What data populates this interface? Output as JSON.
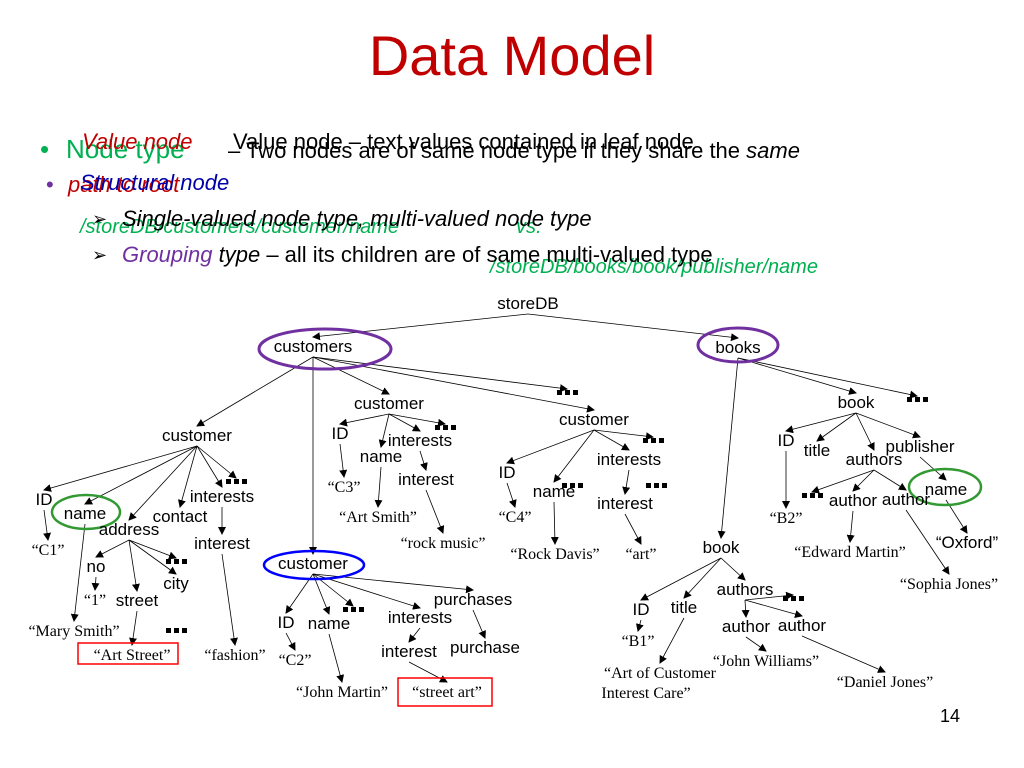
{
  "title": "Data Model",
  "bullets": {
    "b1_bullet": "•",
    "b1_label": "Node type",
    "b1_text": " – Two nodes are of same node type if they share the ",
    "b1_same": "same",
    "b1_path_label": "path to root",
    "b1_overlay": "Value node – text values contained in leaf node",
    "path_customers": "/storeDB/customers/customer/name",
    "vs": "vs.",
    "path_books": "/storeDB/books/book/publisher/name",
    "b2_bullet": "•",
    "b2_text": "Structural node",
    "s1_arrow": "➢",
    "s1_text": "Single-valued node type, multi-valued node type",
    "s2_arrow": "➢",
    "s2_grouping": "Grouping",
    "s2_type": " type",
    "s2_rest": " – all its children are of same multi-valued type"
  },
  "colors": {
    "title": "#c00000",
    "green": "#00b050",
    "purple": "#7030a0",
    "red": "#c00000",
    "blue_oval": "#0000ff",
    "purple_oval": "#7030a0",
    "green_oval": "#339933"
  },
  "nodes": [
    {
      "id": "storeDB",
      "text": "storeDB"
    },
    {
      "id": "customers",
      "text": "customers"
    },
    {
      "id": "books",
      "text": "books"
    },
    {
      "id": "cust1",
      "text": "customer"
    },
    {
      "id": "c1_id",
      "text": "ID"
    },
    {
      "id": "c1_idv",
      "text": "“C1”"
    },
    {
      "id": "c1_name",
      "text": "name"
    },
    {
      "id": "c1_namev",
      "text": "“Mary Smith”"
    },
    {
      "id": "c1_address",
      "text": "address"
    },
    {
      "id": "c1_no",
      "text": "no"
    },
    {
      "id": "c1_nov",
      "text": "“1”"
    },
    {
      "id": "c1_street",
      "text": "street"
    },
    {
      "id": "c1_streetv",
      "text": "“Art Street”"
    },
    {
      "id": "c1_contact",
      "text": "contact"
    },
    {
      "id": "c1_city",
      "text": "city"
    },
    {
      "id": "c1_interests",
      "text": "interests"
    },
    {
      "id": "c1_interest",
      "text": "interest"
    },
    {
      "id": "c1_interestv",
      "text": "“fashion”"
    },
    {
      "id": "cust2",
      "text": "customer"
    },
    {
      "id": "c2_id",
      "text": "ID"
    },
    {
      "id": "c2_idv",
      "text": "“C3”"
    },
    {
      "id": "c2_name",
      "text": "name"
    },
    {
      "id": "c2_namev",
      "text": "“Art Smith”"
    },
    {
      "id": "c2_interests",
      "text": "interests"
    },
    {
      "id": "c2_interest",
      "text": "interest"
    },
    {
      "id": "c2_interestv",
      "text": "“rock music”"
    },
    {
      "id": "cust3",
      "text": "customer"
    },
    {
      "id": "c3_id",
      "text": "ID"
    },
    {
      "id": "c3_idv",
      "text": "“C4”"
    },
    {
      "id": "c3_name",
      "text": "name"
    },
    {
      "id": "c3_namev",
      "text": "“Rock Davis”"
    },
    {
      "id": "c3_interests",
      "text": "interests"
    },
    {
      "id": "c3_interest",
      "text": "interest"
    },
    {
      "id": "c3_interestv",
      "text": "“art”"
    },
    {
      "id": "cust4",
      "text": "customer"
    },
    {
      "id": "c4_id",
      "text": "ID"
    },
    {
      "id": "c4_idv",
      "text": "“C2”"
    },
    {
      "id": "c4_name",
      "text": "name"
    },
    {
      "id": "c4_namev",
      "text": "“John Martin”"
    },
    {
      "id": "c4_interests",
      "text": "interests"
    },
    {
      "id": "c4_interest",
      "text": "interest"
    },
    {
      "id": "c4_interestv",
      "text": "“street art”"
    },
    {
      "id": "c4_purchases",
      "text": "purchases"
    },
    {
      "id": "c4_purchase",
      "text": "purchase"
    },
    {
      "id": "book1",
      "text": "book"
    },
    {
      "id": "b1_id",
      "text": "ID"
    },
    {
      "id": "b1_idv",
      "text": "“B2”"
    },
    {
      "id": "b1_title",
      "text": "title"
    },
    {
      "id": "b1_authors",
      "text": "authors"
    },
    {
      "id": "b1_author1",
      "text": "author"
    },
    {
      "id": "b1_author1v",
      "text": "“Edward Martin”"
    },
    {
      "id": "b1_author2",
      "text": "author"
    },
    {
      "id": "b1_author2v",
      "text": "“Sophia Jones”"
    },
    {
      "id": "b1_publisher",
      "text": "publisher"
    },
    {
      "id": "b1_pubname",
      "text": "name"
    },
    {
      "id": "b1_pubnamev",
      "text": "“Oxford”"
    },
    {
      "id": "book2",
      "text": "book"
    },
    {
      "id": "b2_id",
      "text": "ID"
    },
    {
      "id": "b2_idv",
      "text": "“B1”"
    },
    {
      "id": "b2_title",
      "text": "title"
    },
    {
      "id": "b2_titlev1",
      "text": "“Art of Customer"
    },
    {
      "id": "b2_titlev2",
      "text": "Interest Care”"
    },
    {
      "id": "b2_authors",
      "text": "authors"
    },
    {
      "id": "b2_author1",
      "text": "author"
    },
    {
      "id": "b2_author1v",
      "text": "“John Williams”"
    },
    {
      "id": "b2_author2",
      "text": "author"
    },
    {
      "id": "b2_author2v",
      "text": "“Daniel Jones”"
    }
  ],
  "edges": [
    [
      "storeDB",
      "customers"
    ],
    [
      "storeDB",
      "books"
    ],
    [
      "customers",
      "cust1"
    ],
    [
      "customers",
      "cust2"
    ],
    [
      "customers",
      "cust3"
    ],
    [
      "customers",
      "cust4"
    ],
    [
      "customers",
      "dots_c"
    ],
    [
      "books",
      "book1"
    ],
    [
      "books",
      "book2"
    ],
    [
      "books",
      "dots_b"
    ],
    [
      "cust1",
      "c1_id"
    ],
    [
      "cust1",
      "c1_name"
    ],
    [
      "cust1",
      "c1_address"
    ],
    [
      "cust1",
      "c1_contact"
    ],
    [
      "cust1",
      "c1_interests"
    ],
    [
      "cust1",
      "dots_c1"
    ],
    [
      "c1_id",
      "c1_idv"
    ],
    [
      "c1_name",
      "c1_namev"
    ],
    [
      "c1_address",
      "c1_no"
    ],
    [
      "c1_address",
      "c1_street"
    ],
    [
      "c1_address",
      "c1_city"
    ],
    [
      "c1_address",
      "dots_a1"
    ],
    [
      "c1_no",
      "c1_nov"
    ],
    [
      "c1_street",
      "c1_streetv"
    ],
    [
      "c1_interests",
      "c1_interest"
    ],
    [
      "c1_interest",
      "c1_interestv"
    ],
    [
      "cust2",
      "c2_id"
    ],
    [
      "cust2",
      "c2_name"
    ],
    [
      "cust2",
      "c2_interests"
    ],
    [
      "cust2",
      "dots_c2"
    ],
    [
      "c2_id",
      "c2_idv"
    ],
    [
      "c2_name",
      "c2_namev"
    ],
    [
      "c2_interests",
      "c2_interest"
    ],
    [
      "c2_interest",
      "c2_interestv"
    ],
    [
      "cust3",
      "c3_id"
    ],
    [
      "cust3",
      "c3_name"
    ],
    [
      "cust3",
      "c3_interests"
    ],
    [
      "cust3",
      "dots_c3"
    ],
    [
      "c3_id",
      "c3_idv"
    ],
    [
      "c3_name",
      "c3_namev"
    ],
    [
      "c3_interests",
      "c3_interest"
    ],
    [
      "c3_interest",
      "c3_interestv"
    ],
    [
      "cust4",
      "c4_id"
    ],
    [
      "cust4",
      "c4_name"
    ],
    [
      "cust4",
      "c4_interests"
    ],
    [
      "cust4",
      "c4_purchases"
    ],
    [
      "cust4",
      "dots_c4"
    ],
    [
      "c4_id",
      "c4_idv"
    ],
    [
      "c4_name",
      "c4_namev"
    ],
    [
      "c4_interests",
      "c4_interest"
    ],
    [
      "c4_interest",
      "c4_interestv"
    ],
    [
      "c4_purchases",
      "c4_purchase"
    ],
    [
      "book1",
      "b1_id"
    ],
    [
      "book1",
      "b1_title"
    ],
    [
      "book1",
      "b1_authors"
    ],
    [
      "book1",
      "b1_publisher"
    ],
    [
      "b1_id",
      "b1_idv"
    ],
    [
      "b1_authors",
      "b1_author1"
    ],
    [
      "b1_authors",
      "b1_author2"
    ],
    [
      "b1_authors",
      "dots_b1"
    ],
    [
      "b1_author1",
      "b1_author1v"
    ],
    [
      "b1_author2",
      "b1_author2v"
    ],
    [
      "b1_publisher",
      "b1_pubname"
    ],
    [
      "b1_pubname",
      "b1_pubnamev"
    ],
    [
      "book2",
      "b2_id"
    ],
    [
      "book2",
      "b2_title"
    ],
    [
      "book2",
      "b2_authors"
    ],
    [
      "b2_id",
      "b2_idv"
    ],
    [
      "b2_title",
      "b2_titlev1"
    ],
    [
      "b2_authors",
      "b2_author1"
    ],
    [
      "b2_authors",
      "b2_author2"
    ],
    [
      "b2_authors",
      "dots_b2"
    ],
    [
      "b2_author1",
      "b2_author1v"
    ],
    [
      "b2_author2",
      "b2_author2v"
    ]
  ],
  "slide_number": "14"
}
